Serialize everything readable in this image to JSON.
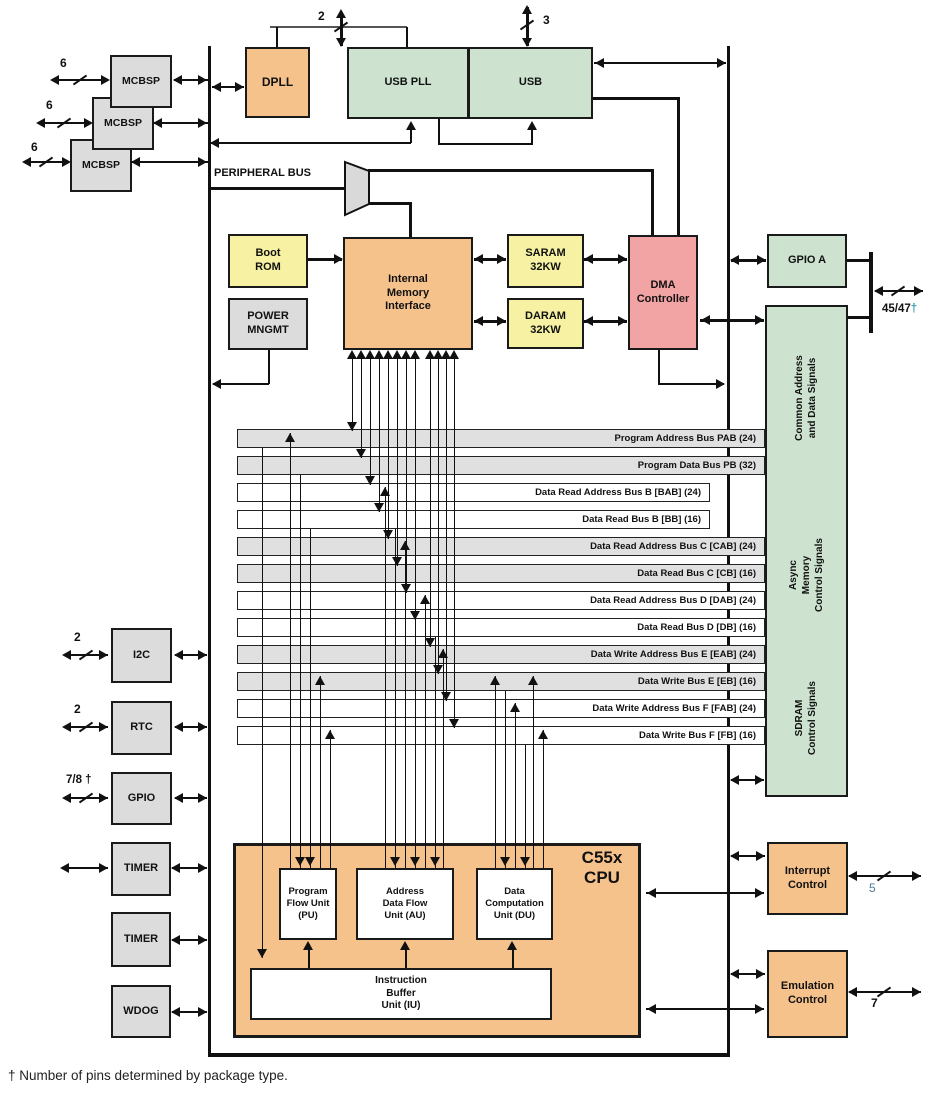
{
  "blocks": {
    "mcbsp": "MCBSP",
    "dpll": "DPLL",
    "usb_pll": "USB PLL",
    "usb": "USB",
    "boot_rom": "Boot\nROM",
    "power_mngmt": "POWER\nMNGMT",
    "internal_memory_interface": "Internal\nMemory\nInterface",
    "saram": "SARAM\n32KW",
    "daram": "DARAM\n32KW",
    "dma_controller": "DMA\nController",
    "gpio_a": "GPIO A",
    "i2c": "I2C",
    "rtc": "RTC",
    "gpio": "GPIO",
    "timer": "TIMER",
    "wdog": "WDOG",
    "cpu": "C55x\nCPU",
    "pu": "Program\nFlow Unit\n(PU)",
    "au": "Address\nData Flow\nUnit (AU)",
    "du": "Data\nComputation\nUnit (DU)",
    "iu": "Instruction\nBuffer\nUnit (IU)",
    "interrupt_control": "Interrupt\nControl",
    "emulation_control": "Emulation\nControl",
    "signals_common": "Common Address\nand Data Signals",
    "signals_async": "Async\nMemory\nControl Signals",
    "signals_sdram": "SDRAM\nControl Signals"
  },
  "labels": {
    "peripheral_bus": "PERIPHERAL BUS",
    "footnote": "† Number of pins determined by package type."
  },
  "pins": {
    "clock": "2",
    "usb": "3",
    "mcbsp1": "6",
    "mcbsp2": "6",
    "mcbsp3": "6",
    "i2c": "2",
    "rtc": "2",
    "gpio": "7/8 †",
    "io_count": "45/47",
    "io_dagger": "†",
    "interrupt": "5",
    "emulation": "7"
  },
  "buses": [
    {
      "label": "Program Address Bus PAB (24)",
      "shade": "gray",
      "extent": "full"
    },
    {
      "label": "Program Data Bus PB (32)",
      "shade": "gray",
      "extent": "full"
    },
    {
      "label": "Data Read Address Bus B [BAB] (24)",
      "shade": "white",
      "extent": "short"
    },
    {
      "label": "Data Read Bus B [BB] (16)",
      "shade": "white",
      "extent": "short"
    },
    {
      "label": "Data Read Address Bus C [CAB] (24)",
      "shade": "gray",
      "extent": "full"
    },
    {
      "label": "Data Read Bus C [CB] (16)",
      "shade": "gray",
      "extent": "full"
    },
    {
      "label": "Data Read Address Bus D [DAB] (24)",
      "shade": "white",
      "extent": "full"
    },
    {
      "label": "Data Read Bus D [DB] (16)",
      "shade": "white",
      "extent": "full"
    },
    {
      "label": "Data Write Address Bus E [EAB] (24)",
      "shade": "gray",
      "extent": "full"
    },
    {
      "label": "Data Write Bus E [EB] (16)",
      "shade": "gray",
      "extent": "full"
    },
    {
      "label": "Data Write Address Bus F [FAB] (24)",
      "shade": "white",
      "extent": "full"
    },
    {
      "label": "Data Write Bus F [FB] (16)",
      "shade": "white",
      "extent": "full"
    }
  ],
  "colors": {
    "orange": "#f6c28c",
    "green": "#cde3d0",
    "yellow": "#f6f1a3",
    "pink": "#f2a3a3",
    "gray": "#dcdcdc",
    "line": "#111111",
    "dagger_teal": "#2e9db3",
    "interrupt_pin_blue": "#4b7b96"
  }
}
